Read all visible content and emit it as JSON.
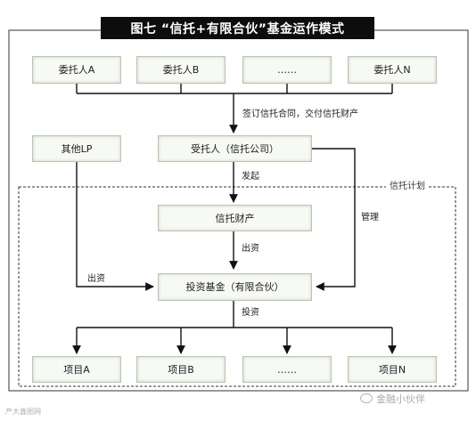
{
  "title": "图七 “信托+有限合伙”基金运作模式",
  "trustors": [
    "委托人A",
    "委托人B",
    "……",
    "委托人N"
  ],
  "other_lp": "其他LP",
  "trustee": "受托人（信托公司）",
  "trust_plan": "信托计划",
  "trust_property": "信托财产",
  "fund": "投资基金（有限合伙）",
  "projects": [
    "项目A",
    "项目B",
    "……",
    "项目N"
  ],
  "edges": {
    "sign": "签订信托合同，交付信托财产",
    "initiate": "发起",
    "manage": "管理",
    "invest_in": "出资",
    "lp_invest": "出资",
    "invest": "投资"
  },
  "watermark": {
    "right": "金融小伙伴",
    "left": "产大鑫图网"
  }
}
